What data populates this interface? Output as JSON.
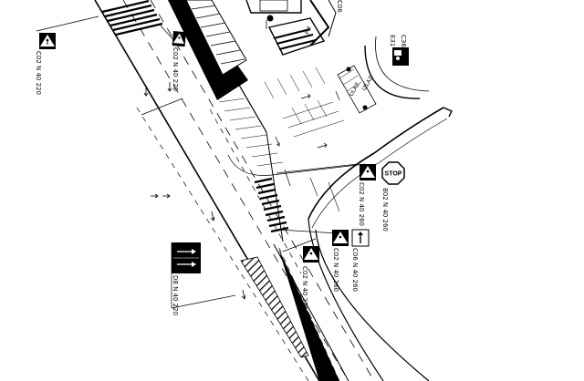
{
  "sign_codes": {
    "c02_left": "C02 N 40 220",
    "c02_upper": "C02 N 40 220",
    "c02_mid": "C02 N 40 260",
    "c02_lower": "C02 N 40 220",
    "c02_right": "C02 N 40 260",
    "b02": "B02 N 40 260",
    "c06": "C06 N 40 260",
    "d8": "D8 N 40 220",
    "c36": "C36",
    "e31": "E31",
    "c06_top": "C06"
  },
  "stop_text": "STOP",
  "road_markings": {
    "ulaz": "ULAZ",
    "izlaz": "IZLAZ"
  },
  "icons": {
    "pedestrian": "pedestrian-crossing-icon",
    "stop": "stop-octagon-icon",
    "arrow": "lane-arrow-icon"
  },
  "colors": {
    "line": "#000000",
    "background": "#ffffff"
  }
}
